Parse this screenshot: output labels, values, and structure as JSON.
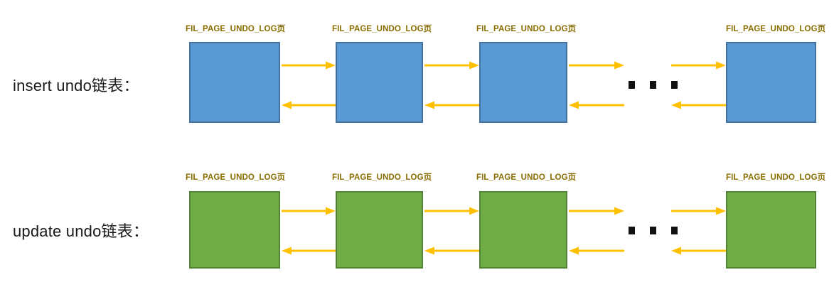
{
  "diagram": {
    "title_row1": "insert undo链表：",
    "title_row2": "update undo链表：",
    "page_caption": "FIL_PAGE_UNDO_LOG页",
    "colors": {
      "insert_fill": "#5B9BD5",
      "insert_border": "#41719C",
      "update_fill": "#70AD47",
      "update_border": "#548235",
      "arrow": "#FFC000",
      "caption_text": "#8A6D00",
      "label_text": "#1A1A1A",
      "background": "#FFFFFF",
      "dot": "#111111"
    },
    "rows": [
      {
        "name": "insert-undo-list",
        "label": "insert undo链表：",
        "style": "blue",
        "nodes": [
          {
            "caption": "FIL_PAGE_UNDO_LOG页"
          },
          {
            "caption": "FIL_PAGE_UNDO_LOG页"
          },
          {
            "caption": "FIL_PAGE_UNDO_LOG页"
          },
          {
            "caption": "FIL_PAGE_UNDO_LOG页"
          }
        ],
        "ellipsis": "■ ■ ■"
      },
      {
        "name": "update-undo-list",
        "label": "update undo链表：",
        "style": "green",
        "nodes": [
          {
            "caption": "FIL_PAGE_UNDO_LOG页"
          },
          {
            "caption": "FIL_PAGE_UNDO_LOG页"
          },
          {
            "caption": "FIL_PAGE_UNDO_LOG页"
          },
          {
            "caption": "FIL_PAGE_UNDO_LOG页"
          }
        ],
        "ellipsis": "■ ■ ■"
      }
    ]
  }
}
